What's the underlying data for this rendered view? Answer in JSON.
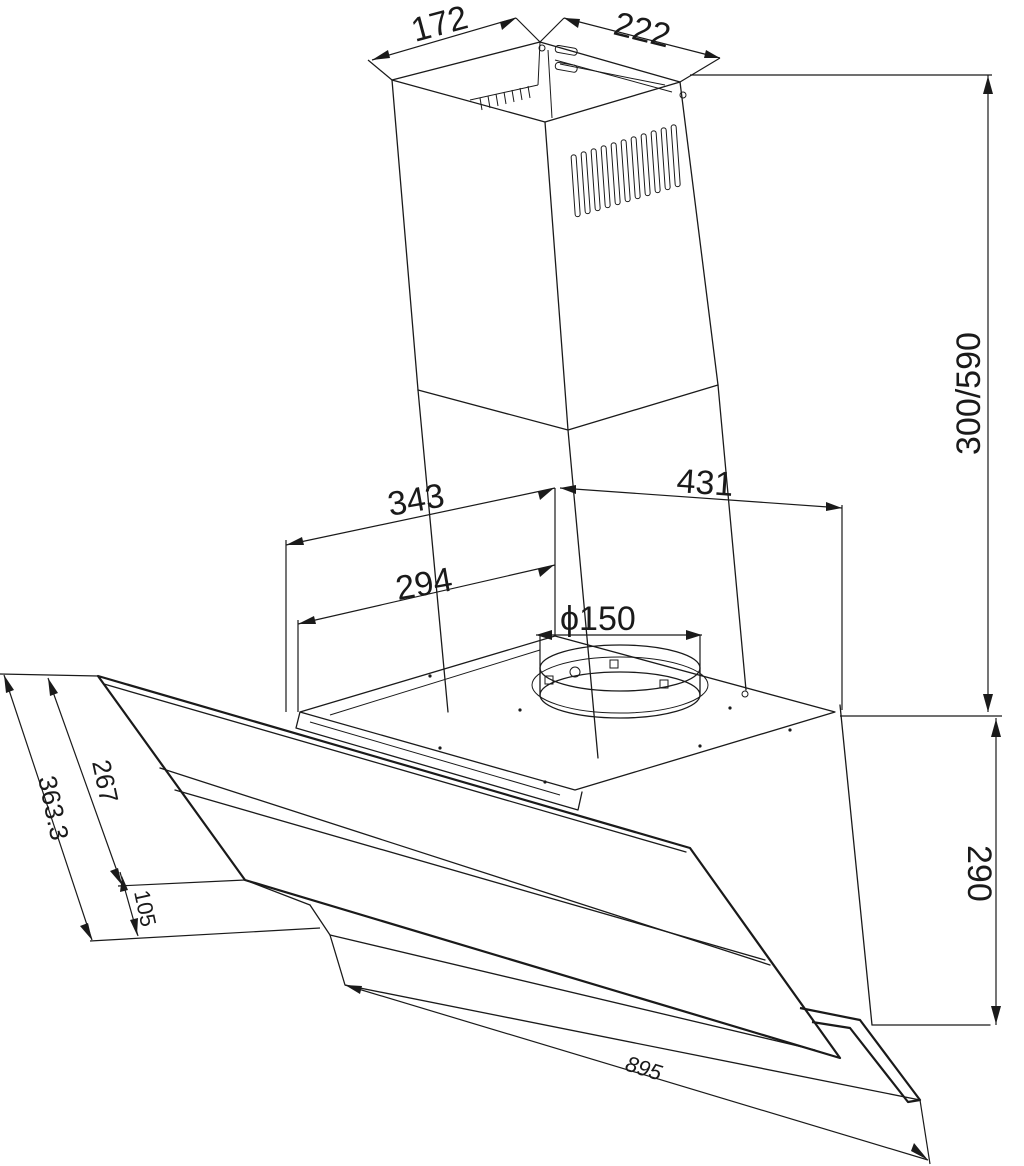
{
  "dimensions": {
    "chimney_depth": "172",
    "chimney_width": "222",
    "chimney_height": "300/590",
    "bracket_outer_depth": "343",
    "bracket_inner_depth": "294",
    "bracket_width": "431",
    "outlet_diameter": "ϕ150",
    "hood_height": "290",
    "glass_height": "267",
    "overall_height": "363.3",
    "bottom_height": "105",
    "hood_width": "895"
  }
}
